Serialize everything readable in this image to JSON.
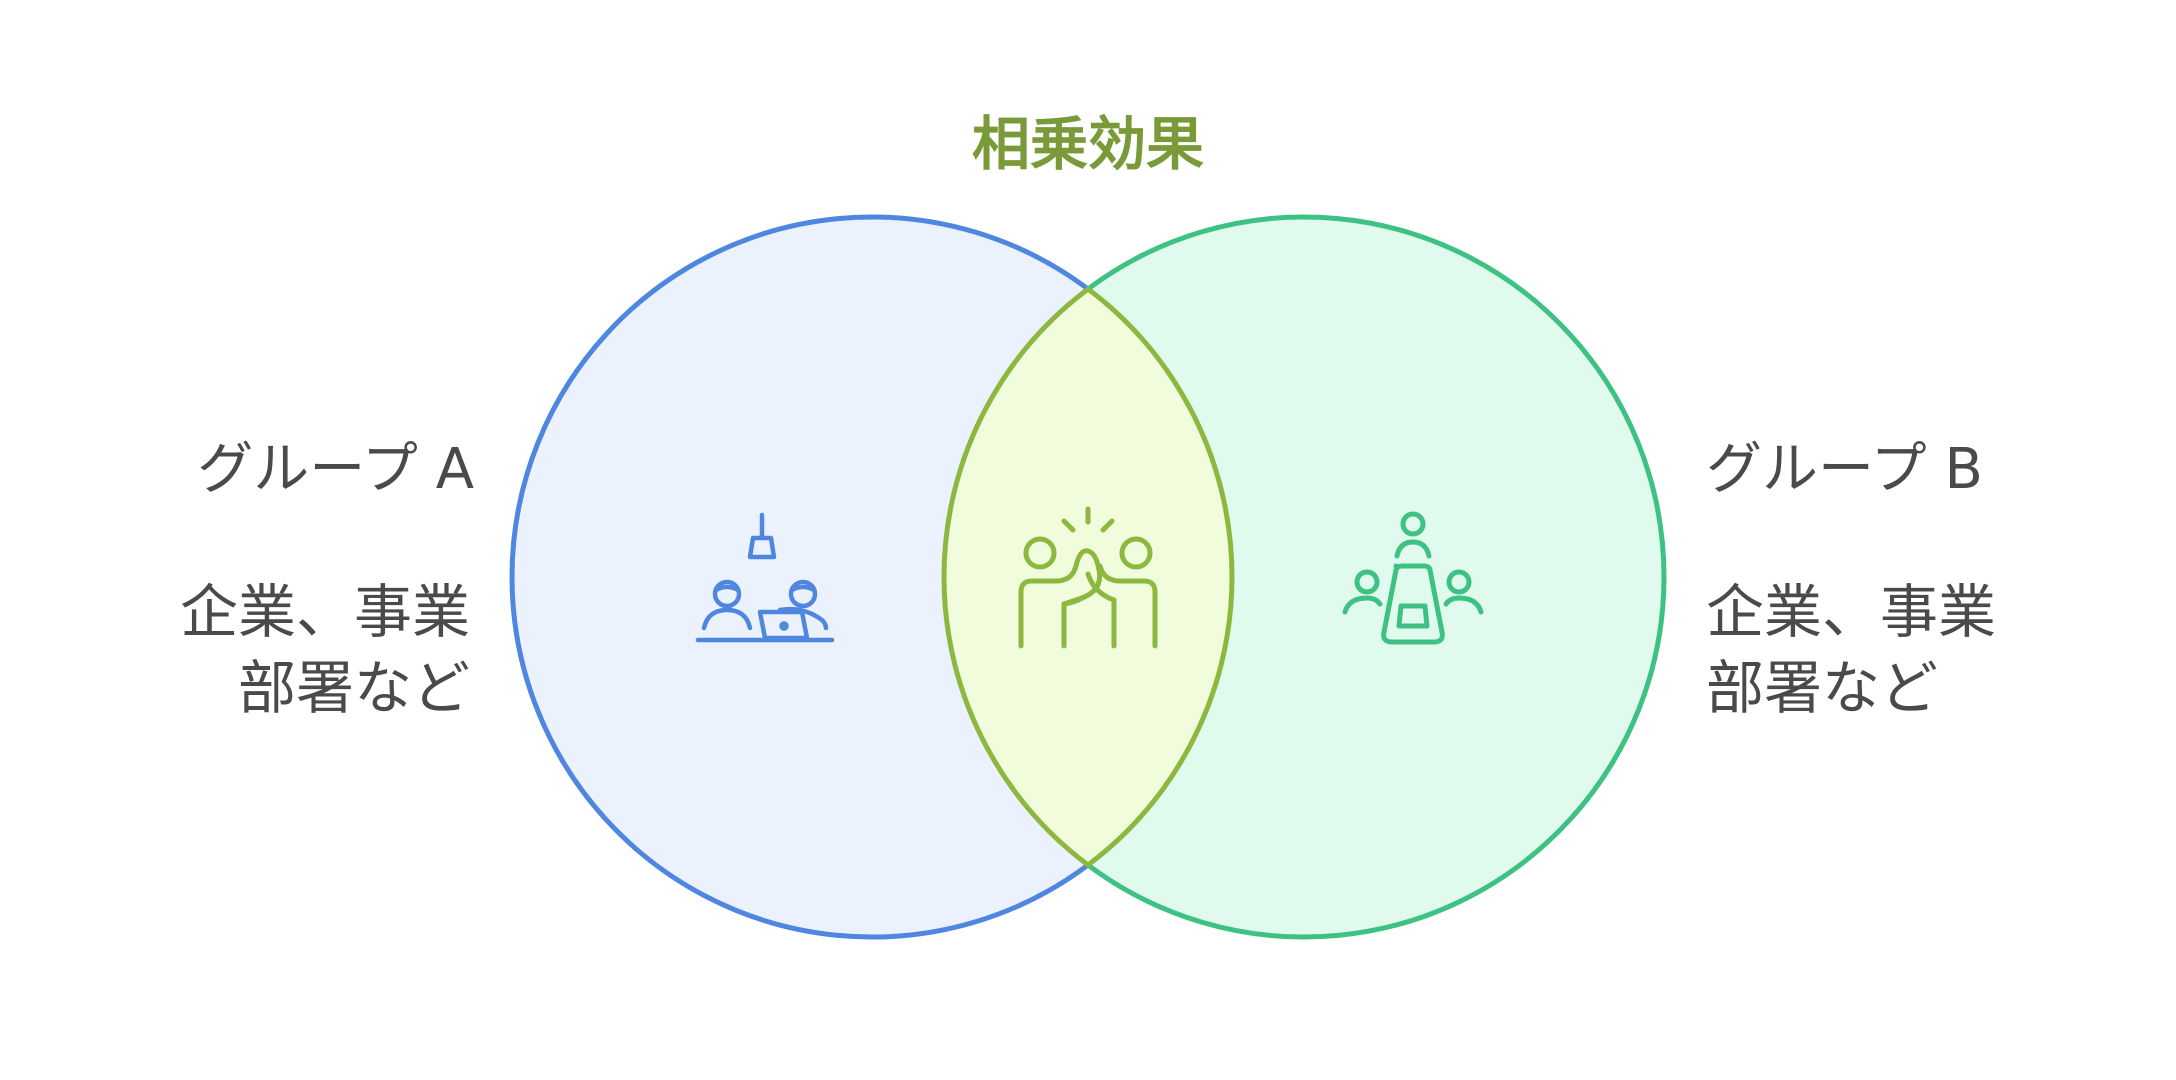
{
  "title": "相乗効果",
  "group_a": {
    "name": "グループ A",
    "desc_line1": "企業、事業",
    "desc_line2": "部署など",
    "icon": "team-at-desk-icon"
  },
  "group_b": {
    "name": "グループ B",
    "desc_line1": "企業、事業",
    "desc_line2": "部署など",
    "icon": "meeting-table-icon"
  },
  "overlap": {
    "icon": "high-five-icon"
  },
  "colors": {
    "title": "#7a9a3a",
    "circle_a_stroke": "#4f86e0",
    "circle_a_fill": "#ebf2fd",
    "circle_b_stroke": "#3dc283",
    "circle_b_fill": "#e0fbee",
    "overlap_stroke": "#8db840",
    "overlap_fill": "#f1fcdc",
    "text": "#4a4a4a"
  }
}
